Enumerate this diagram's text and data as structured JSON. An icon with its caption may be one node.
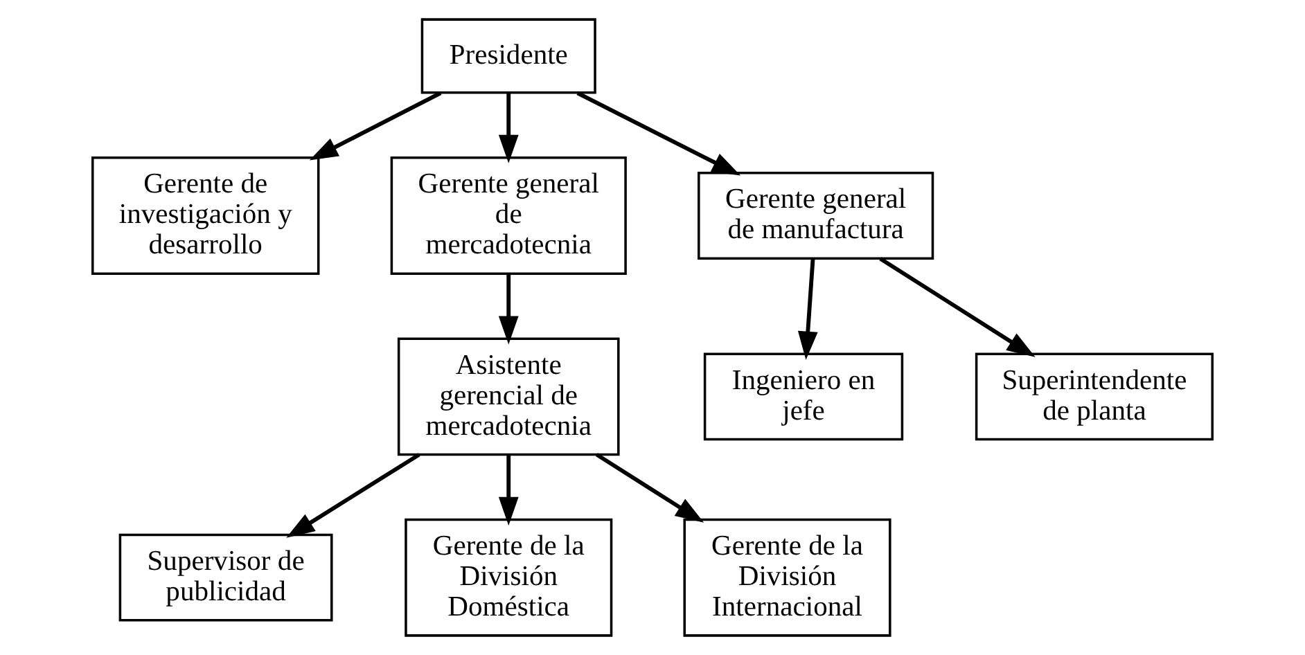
{
  "diagram": {
    "nodes": [
      {
        "text": [
          "Presidente"
        ]
      },
      {
        "text": [
          "Gerente de investigación y desarrollo"
        ]
      },
      {
        "text": [
          "Gerente general de mercadotecnia"
        ]
      },
      {
        "text": [
          "Gerente general de manufactura"
        ]
      },
      {
        "text": [
          "Asistente gerencial de mercadotecnia"
        ]
      },
      {
        "text": [
          "Ingeniero en jefe"
        ]
      },
      {
        "text": [
          "Superintendente de planta"
        ]
      },
      {
        "text": [
          "Supervisor de publicidad"
        ]
      },
      {
        "text": [
          "Gerente de la División Doméstica"
        ]
      },
      {
        "text": [
          "Gerente de la División Internacional"
        ]
      }
    ],
    "edges": [
      {
        "from": 0,
        "to": 1,
        "arrow": "to"
      },
      {
        "from": 0,
        "to": 2,
        "arrow": "to"
      },
      {
        "from": 0,
        "to": 3,
        "arrow": "to"
      },
      {
        "from": 2,
        "to": 4,
        "arrow": "to"
      },
      {
        "from": 3,
        "to": 5,
        "arrow": "to"
      },
      {
        "from": 3,
        "to": 6,
        "arrow": "to"
      },
      {
        "from": 4,
        "to": 7,
        "arrow": "to"
      },
      {
        "from": 4,
        "to": 8,
        "arrow": "to"
      },
      {
        "from": 4,
        "to": 9,
        "arrow": "to"
      }
    ]
  }
}
